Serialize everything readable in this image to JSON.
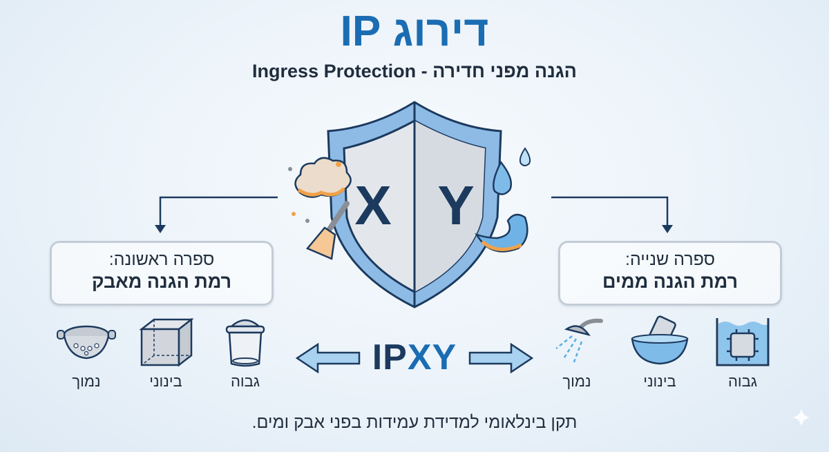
{
  "header": {
    "title": "דירוג IP",
    "subtitle": "הגנה מפני חדירה - Ingress Protection"
  },
  "shield": {
    "left_letter": "X",
    "right_letter": "Y"
  },
  "dust_panel": {
    "line1": "ספרה ראשונה:",
    "line2": "רמת הגנה מאבק",
    "levels": [
      {
        "label": "גבוה",
        "icon": "sealed-jar-icon"
      },
      {
        "label": "בינוני",
        "icon": "mesh-cube-icon"
      },
      {
        "label": "נמוך",
        "icon": "colander-icon"
      }
    ]
  },
  "water_panel": {
    "line1": "ספרה שנייה:",
    "line2": "רמת הגנה ממים",
    "levels": [
      {
        "label": "גבוה",
        "icon": "submerged-chip-icon"
      },
      {
        "label": "בינוני",
        "icon": "phone-in-bowl-icon"
      },
      {
        "label": "נמוך",
        "icon": "shower-icon"
      }
    ]
  },
  "code": {
    "prefix": "IP",
    "digits": "XY"
  },
  "footer": "תקן בינלאומי למדידת עמידות בפני אבק ומים.",
  "colors": {
    "accent": "#1b6db3",
    "dark": "#1c3a5e",
    "orange": "#f0a24a"
  }
}
